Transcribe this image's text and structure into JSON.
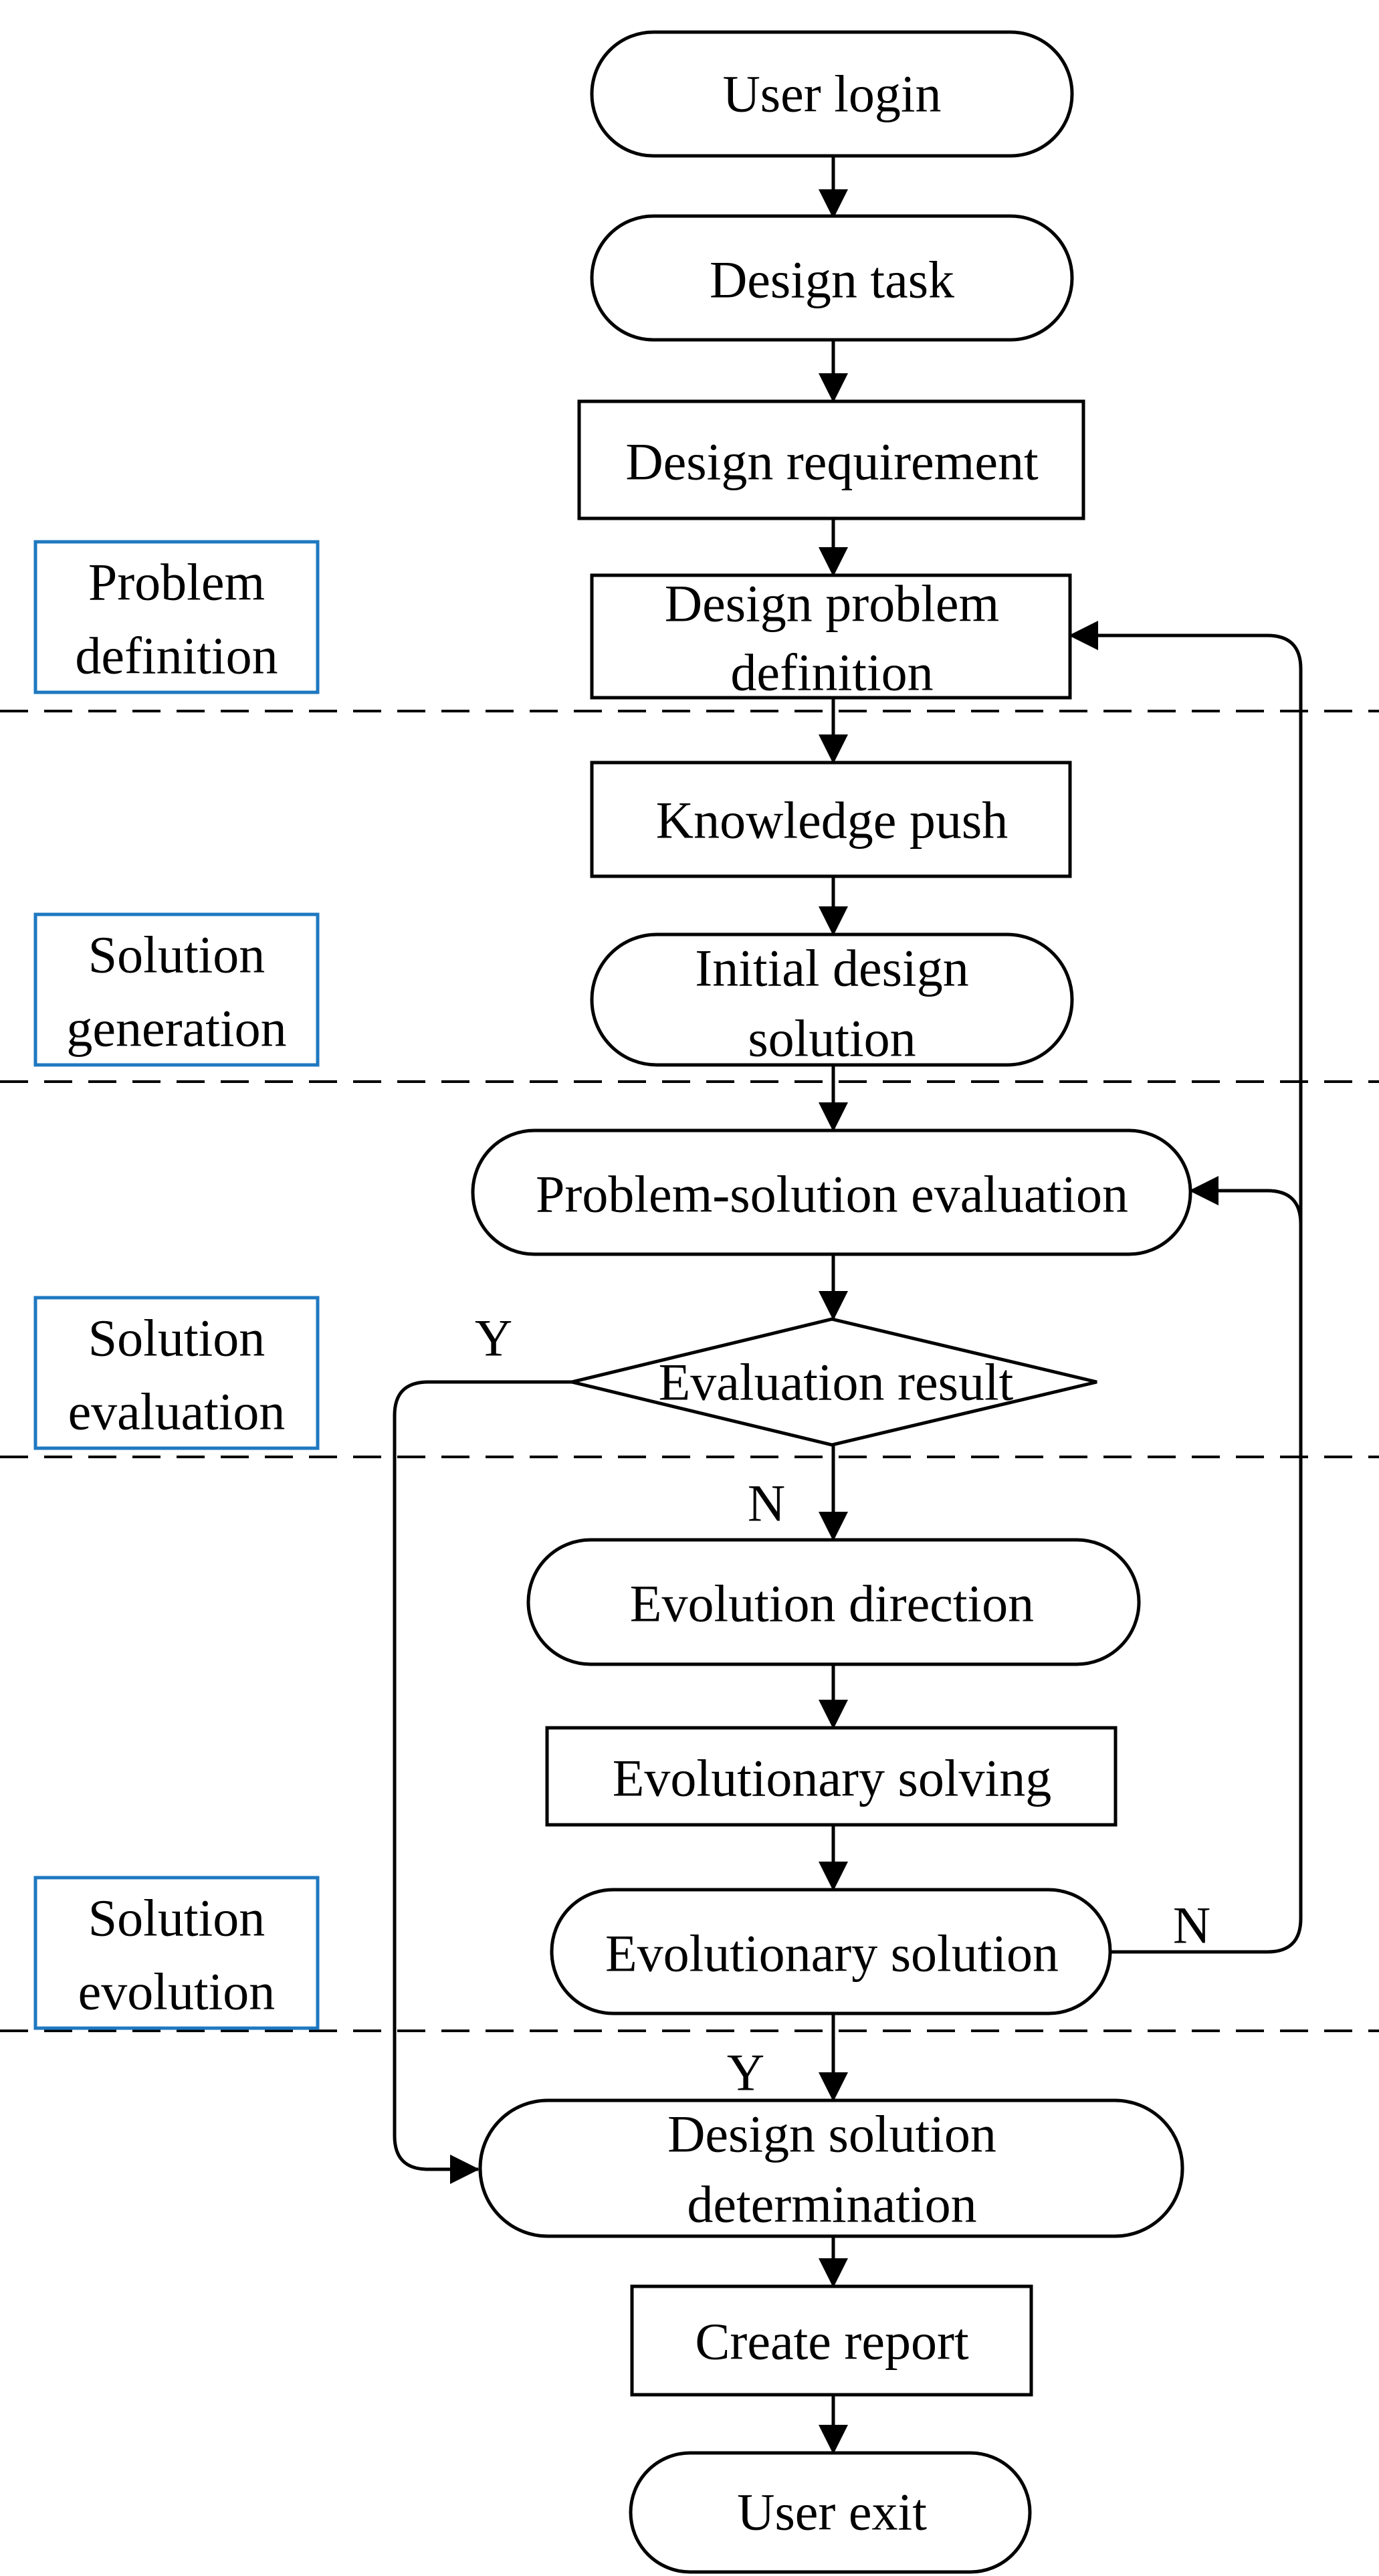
{
  "nodes": {
    "user_login": "User login",
    "design_task": "Design task",
    "design_requirement": "Design requirement",
    "design_problem_definition": [
      "Design problem",
      "definition"
    ],
    "knowledge_push": "Knowledge push",
    "initial_design_solution": [
      "Initial design",
      "solution"
    ],
    "problem_solution_evaluation": "Problem-solution evaluation",
    "evaluation_result": "Evaluation result",
    "evolution_direction": "Evolution direction",
    "evolutionary_solving": "Evolutionary solving",
    "evolutionary_solution": "Evolutionary solution",
    "design_solution_determination": [
      "Design solution",
      "determination"
    ],
    "create_report": "Create report",
    "user_exit": "User exit"
  },
  "stages": {
    "problem_definition": [
      "Problem",
      "definition"
    ],
    "solution_generation": [
      "Solution",
      "generation"
    ],
    "solution_evaluation": [
      "Solution",
      "evaluation"
    ],
    "solution_evolution": [
      "Solution",
      "evolution"
    ]
  },
  "branch_labels": {
    "eval_yes": "Y",
    "eval_no": "N",
    "evolution_no": "N",
    "evolution_yes": "Y"
  }
}
